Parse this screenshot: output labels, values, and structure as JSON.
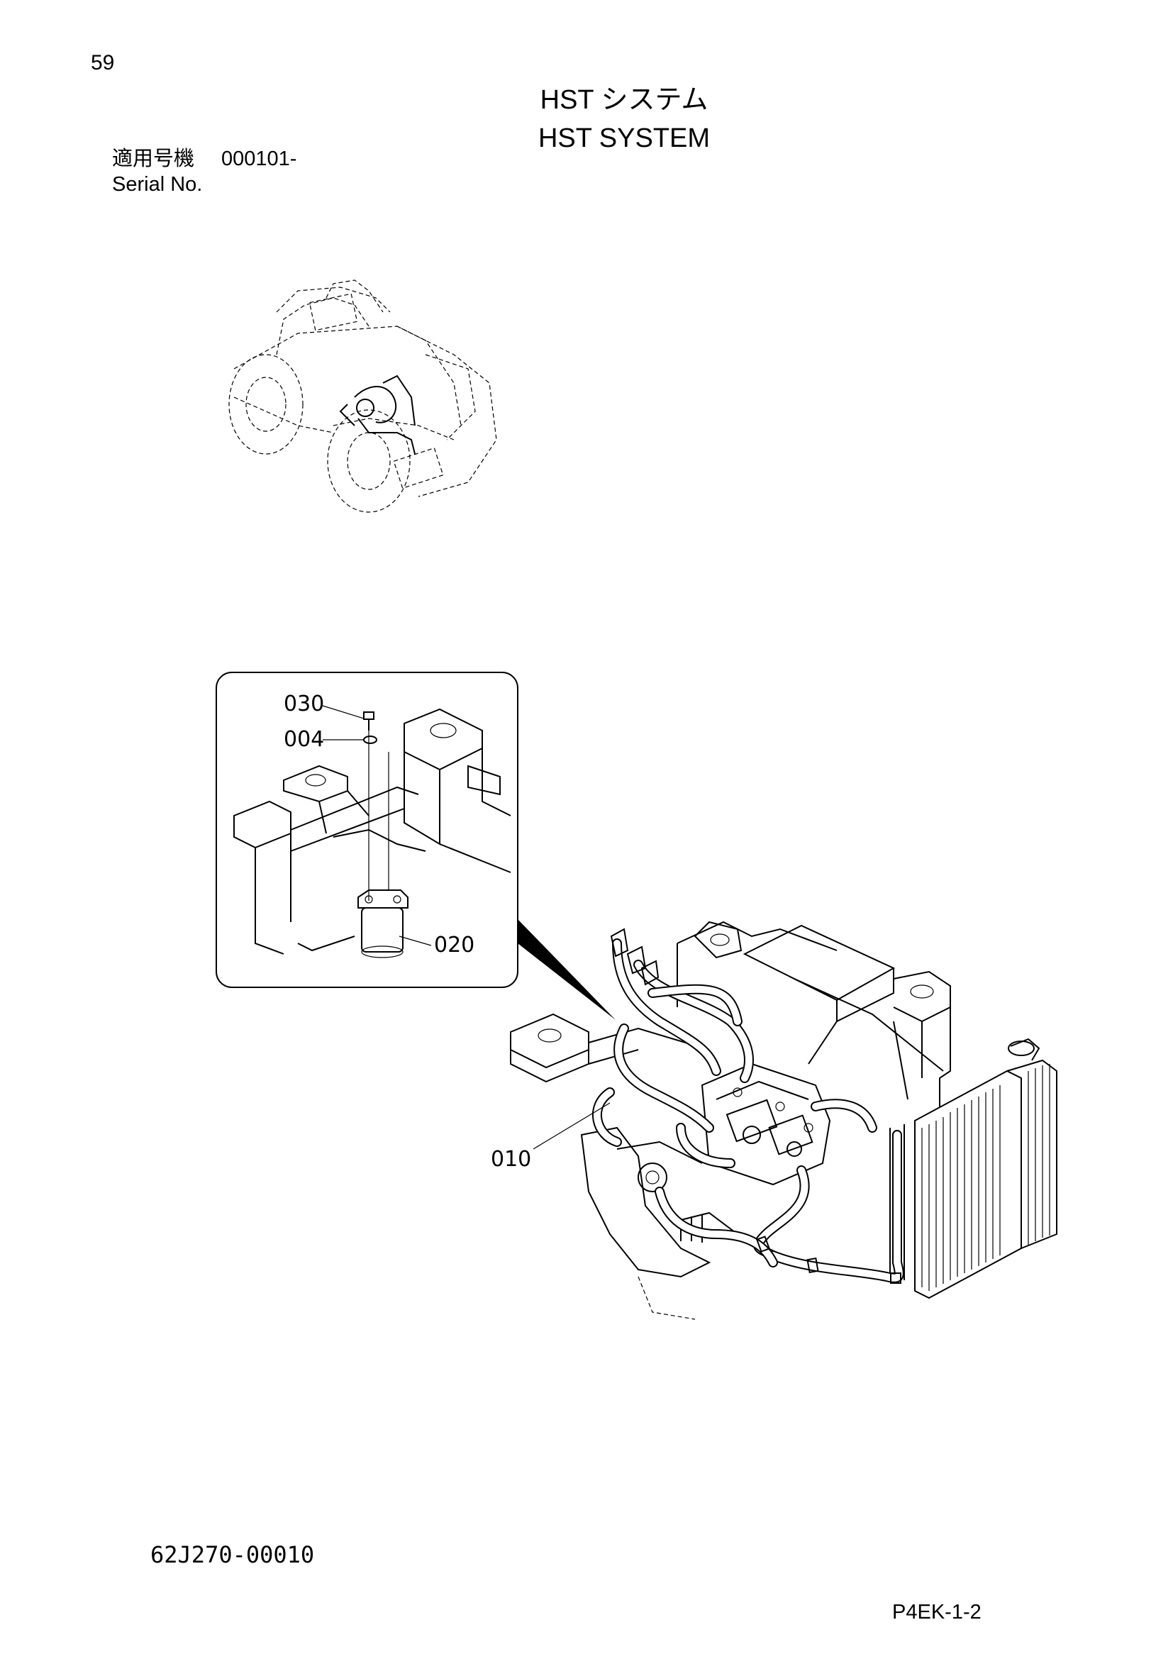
{
  "header": {
    "page_number": "59",
    "title_jp": "HST システム",
    "title_en": "HST SYSTEM",
    "serial_label_jp": "適用号機",
    "serial_value": "000101-",
    "serial_label_en": "Serial No."
  },
  "callouts": {
    "c030": "030",
    "c004": "004",
    "c020": "020",
    "c010": "010"
  },
  "footer": {
    "drawing_number": "62J270-00010",
    "page_code": "P4EK-1-2"
  }
}
